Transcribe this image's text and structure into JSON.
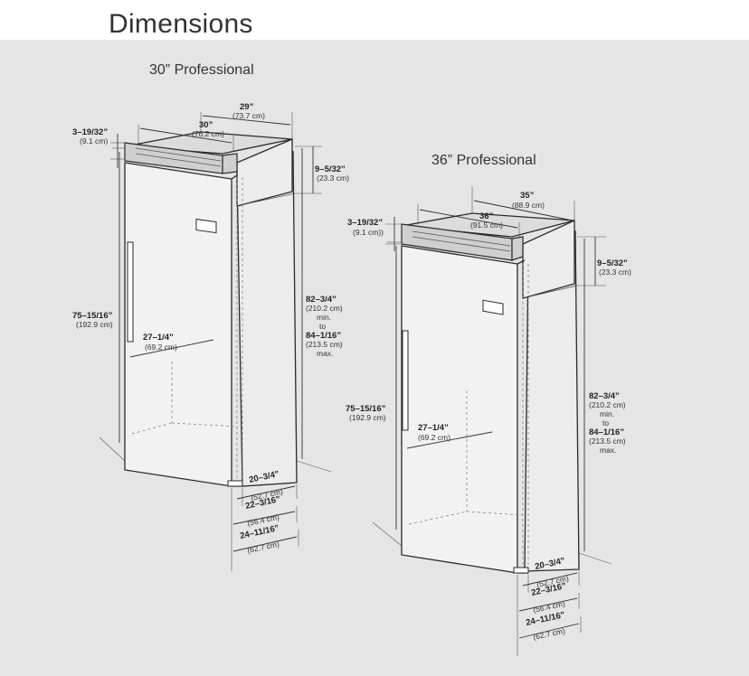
{
  "page": {
    "title": "Dimensions"
  },
  "models": [
    {
      "title": "30” Professional",
      "dims": {
        "top_depth": {
          "main": "29”",
          "sub": "(73.7 cm)"
        },
        "width": {
          "main": "30”",
          "sub": "(76.2 cm)"
        },
        "grille_height": {
          "main": "3–19/32”",
          "sub": "(9.1 cm)"
        },
        "top_offset": {
          "main": "9–5/32”",
          "sub": "(23.3 cm)"
        },
        "height_range": {
          "main": "82–3/4”",
          "sub": "(210.2 cm)",
          "min": "min.",
          "to": "to",
          "main2": "84–1/16”",
          "sub2": "(213.5 cm)",
          "max": "max."
        },
        "box_height": {
          "main": "75–15/16”",
          "sub": "(192.9 cm)"
        },
        "interior_width": {
          "main": "27–1/4”",
          "sub": "(69.2 cm)"
        },
        "depth_1": {
          "main": "20–3/4”",
          "sub": "(52.7 cm)"
        },
        "depth_2": {
          "main": "22–3/16”",
          "sub": "(56.4 cm)"
        },
        "depth_3": {
          "main": "24–11/16”",
          "sub": "(62.7 cm)"
        }
      }
    },
    {
      "title": "36” Professional",
      "dims": {
        "top_depth": {
          "main": "35”",
          "sub": "(88.9 cm)"
        },
        "width": {
          "main": "36”",
          "sub": "(91.5 cm)"
        },
        "grille_height": {
          "main": "3–19/32”",
          "sub": "(9.1 cm))"
        },
        "top_offset": {
          "main": "9–5/32”",
          "sub": "(23.3 cm)"
        },
        "height_range": {
          "main": "82–3/4”",
          "sub": "(210.2 cm)",
          "min": "min.",
          "to": "to",
          "main2": "84–1/16”",
          "sub2": "(213.5 cm)",
          "max": "max."
        },
        "box_height": {
          "main": "75–15/16”",
          "sub": "(192.9 cm)"
        },
        "interior_width": {
          "main": "27–1/4”",
          "sub": "(69.2 cm)"
        },
        "depth_1": {
          "main": "20–3/4”",
          "sub": "(52.7 cm)"
        },
        "depth_2": {
          "main": "22–3/16”",
          "sub": "(56.4 cm)"
        },
        "depth_3": {
          "main": "24–11/16”",
          "sub": "(62.7 cm)"
        }
      }
    }
  ]
}
